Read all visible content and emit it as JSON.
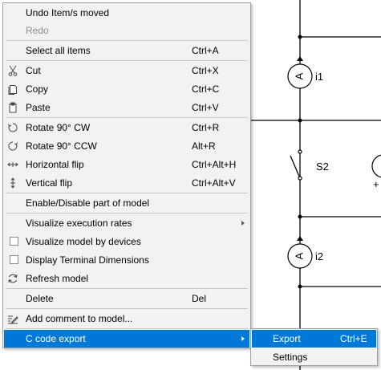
{
  "context_menu": {
    "items": [
      {
        "label": "Undo Item/s moved",
        "shortcut": ""
      },
      {
        "label": "Redo",
        "shortcut": "",
        "disabled": true
      },
      {
        "label": "Select all items",
        "shortcut": "Ctrl+A"
      },
      {
        "label": "Cut",
        "shortcut": "Ctrl+X",
        "icon": "scissors-icon"
      },
      {
        "label": "Copy",
        "shortcut": "Ctrl+C",
        "icon": "copy-icon"
      },
      {
        "label": "Paste",
        "shortcut": "Ctrl+V",
        "icon": "clipboard-icon"
      },
      {
        "label": "Rotate 90° CW",
        "shortcut": "Ctrl+R",
        "icon": "rotate-cw-icon"
      },
      {
        "label": "Rotate 90° CCW",
        "shortcut": "Alt+R",
        "icon": "rotate-ccw-icon"
      },
      {
        "label": "Horizontal flip",
        "shortcut": "Ctrl+Alt+H",
        "icon": "horizontal-flip-icon"
      },
      {
        "label": "Vertical flip",
        "shortcut": "Ctrl+Alt+V",
        "icon": "vertical-flip-icon"
      },
      {
        "label": "Enable/Disable part of model",
        "shortcut": ""
      },
      {
        "label": "Visualize execution rates",
        "shortcut": "",
        "submenu": true
      },
      {
        "label": "Visualize model by devices",
        "shortcut": "",
        "checkbox": true,
        "checked": false
      },
      {
        "label": "Display Terminal Dimensions",
        "shortcut": "",
        "checkbox": true,
        "checked": false
      },
      {
        "label": "Refresh model",
        "shortcut": "",
        "icon": "refresh-icon"
      },
      {
        "label": "Delete",
        "shortcut": "Del"
      },
      {
        "label": "Add comment to model...",
        "shortcut": "",
        "icon": "add-comment-icon"
      },
      {
        "label": "C code export",
        "shortcut": "",
        "submenu": true,
        "highlighted": true
      }
    ]
  },
  "submenu": {
    "items": [
      {
        "label": "Export",
        "shortcut": "Ctrl+E",
        "highlighted": true
      },
      {
        "label": "Settings",
        "shortcut": ""
      }
    ]
  },
  "schematic": {
    "ammeter_symbol": "A",
    "labels": {
      "i1": "i1",
      "s2": "S2",
      "i2": "i2"
    }
  },
  "colors": {
    "highlight": "#0078d7",
    "menu_bg": "#f2f2f2",
    "disabled_text": "#8c8c8c"
  }
}
